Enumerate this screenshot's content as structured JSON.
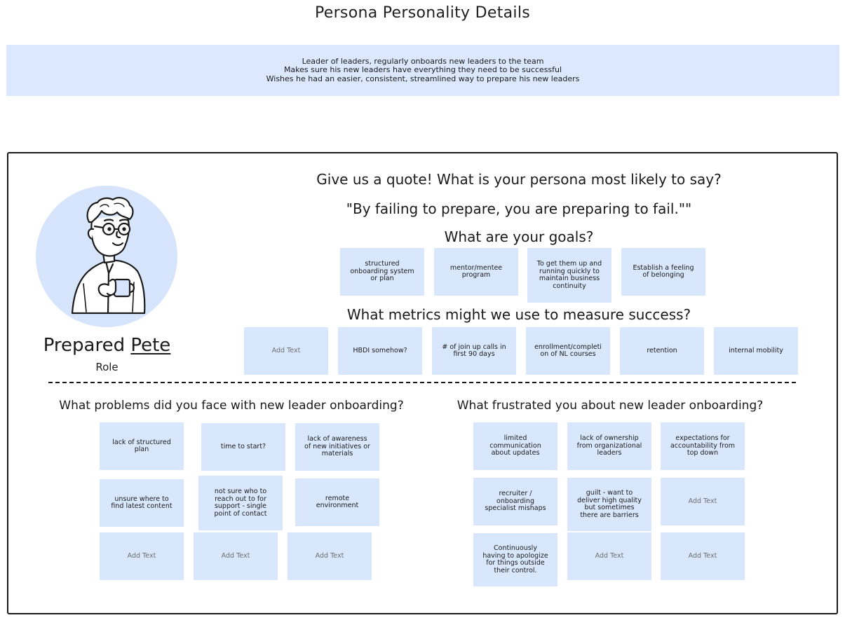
{
  "page_title": "Persona Personality Details",
  "summary": {
    "lines": [
      "Leader of leaders, regularly onboards new leaders to the team",
      "Makes sure his new leaders have everything they need to be successful",
      "Wishes he had an easier, consistent, streamlined way to prepare his new leaders"
    ]
  },
  "persona": {
    "first_name": "Prepared",
    "last_name": "Pete",
    "role": "Role",
    "avatar_icon": "persona-illustration-icon"
  },
  "quote": {
    "question": "Give us a quote! What is your persona most likely to say?",
    "text": "\"By failing to prepare, you are preparing to fail.\"\""
  },
  "goals": {
    "heading": "What are your goals?",
    "notes": [
      "structured onboarding system or plan",
      "mentor/mentee program",
      "To get them up and running quickly to maintain business continuity",
      "Establish a feeling of belonging"
    ]
  },
  "metrics": {
    "heading": "What metrics might we use to measure success?",
    "notes": [
      "Add Text",
      "HBDI somehow?",
      "# of join up calls in first 90 days",
      "enrollment/completi on of NL courses",
      "retention",
      "internal mobility"
    ]
  },
  "problems": {
    "heading": "What problems did you face with new leader onboarding?",
    "notes": [
      "lack of structured plan",
      "time to start?",
      "lack of awareness of new initiatives or materials",
      "unsure where to find latest content",
      "not sure who to reach out to for support - single point of contact",
      "remote environment",
      "Add Text",
      "Add Text",
      "Add Text"
    ]
  },
  "frustrations": {
    "heading": "What frustrated you about new leader onboarding?",
    "notes": [
      "limited communication about updates",
      "lack of ownership from organizational leaders",
      "expectations for accountability from top down",
      "recruiter / onboarding specialist mishaps",
      "guilt - want to deliver high quality but sometimes there are barriers",
      "Add Text",
      "Continuously having to apologize for things outside their control.",
      "Add Text",
      "Add Text"
    ]
  },
  "colors": {
    "sticky": "#d9e7fd",
    "band": "#dbe8fd",
    "avatar_bg": "#d6e5fb"
  }
}
